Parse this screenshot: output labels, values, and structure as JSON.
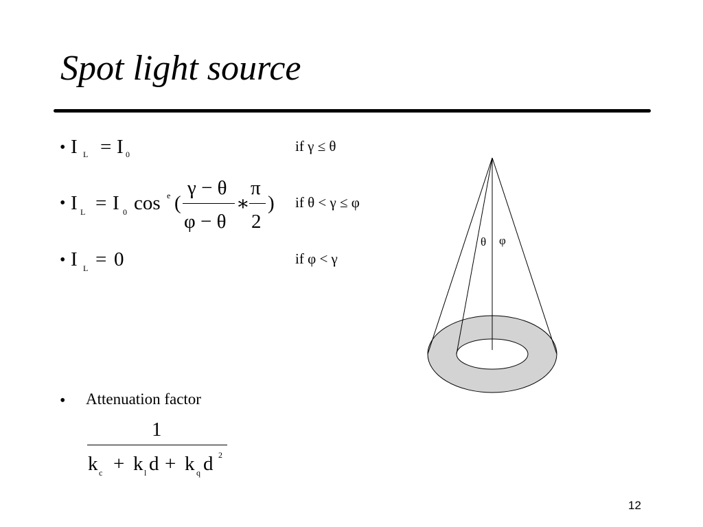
{
  "slide": {
    "title": "Spot light source",
    "page_number": "12"
  },
  "symbols": {
    "bullet": "•",
    "I": "I",
    "L": "L",
    "zero_sub": "0",
    "equals": "=",
    "cos": "cos",
    "e": "e",
    "lparen": "(",
    "rparen": ")",
    "star": "∗",
    "zero": "0"
  },
  "equations": {
    "eq1": {
      "condition": "if γ ≤ θ"
    },
    "eq2": {
      "numerator1": "γ − θ",
      "denominator1": "φ − θ",
      "numerator2": "π",
      "denominator2": "2",
      "condition": "if θ < γ ≤ φ"
    },
    "eq3": {
      "condition": "if φ < γ"
    }
  },
  "attenuation": {
    "label": "Attenuation factor",
    "numerator": "1",
    "k": "k",
    "sub_c": "c",
    "sub_l": "l",
    "sub_q": "q",
    "d": "d",
    "plus": "+",
    "exp": "2"
  },
  "diagram": {
    "theta_label": "θ",
    "phi_label": "φ",
    "ring_fill": "#d3d3d3",
    "stroke": "#000000"
  }
}
